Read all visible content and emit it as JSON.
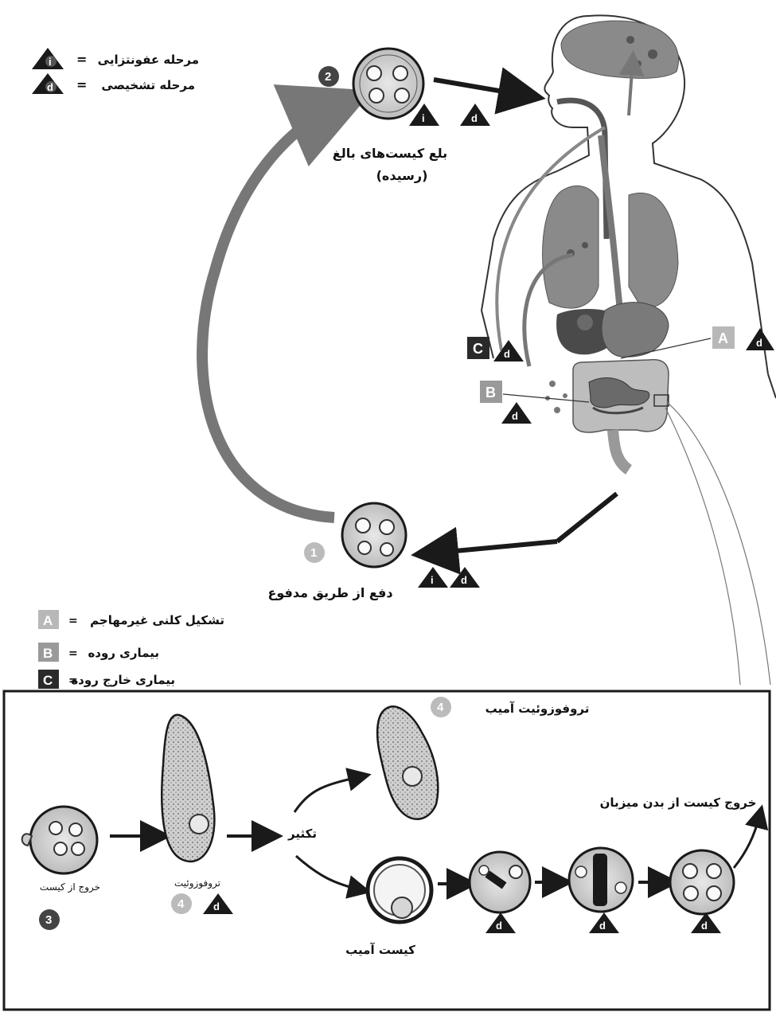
{
  "legend_top": {
    "infectious_symbol": "i",
    "infectious_label": "مرحله عفونتزایی",
    "diagnostic_symbol": "d",
    "diagnostic_label": "مرحله تشخیصی",
    "equals": "="
  },
  "steps": {
    "step1_number": "1",
    "step1_label": "دفع از طریق مدفوع",
    "step2_number": "2",
    "step2_label_line1": "بلع کیست‌های بالغ",
    "step2_label_line2": "(رسیده)",
    "step3_number": "3",
    "step3_label": "خروج از کیست",
    "step4_number": "4",
    "trophozoite_label": "تروفوزوئیت",
    "amoeba_trophozoite_label": "تروفوزوئیت آمیب",
    "multiplication_label": "تکثیر",
    "amoeba_cyst_label": "کیست آمیب",
    "exit_host_label": "خروج کیست از بدن میزبان"
  },
  "sites": {
    "A": "A",
    "B": "B",
    "C": "C"
  },
  "legend_bottom": [
    {
      "letter": "A",
      "label": "تشکیل کلنی غیرمهاجم",
      "color": "#b8b8b8"
    },
    {
      "letter": "B",
      "label": "بیماری روده",
      "color": "#9a9a9a"
    },
    {
      "letter": "C",
      "label": "بیماری خارج روده",
      "color": "#2a2a2a"
    }
  ],
  "colors": {
    "ink": "#1a1a1a",
    "cycle_arrow": "#777777",
    "organ_grey": "#8a8a8a",
    "light_grey": "#c8c8c8"
  }
}
